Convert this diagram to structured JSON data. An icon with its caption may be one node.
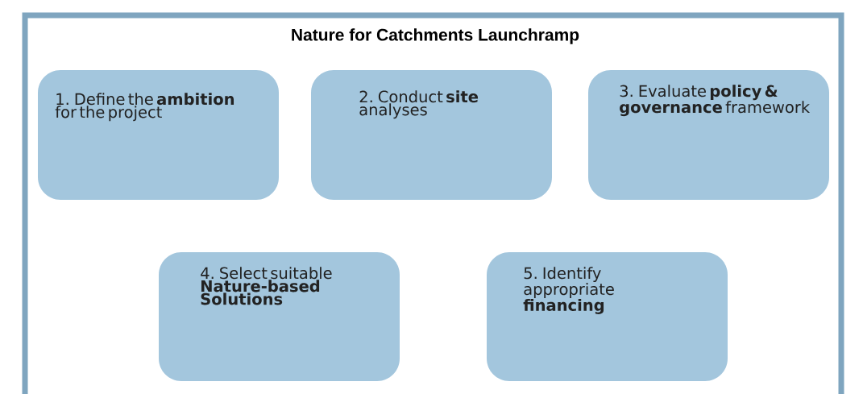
{
  "diagram": {
    "title": "Nature for Catchments Launchramp",
    "nodes": [
      {
        "text": [
          "1. Define the **ambition** for the project"
        ]
      },
      {
        "text": [
          "2. Conduct **site** analyses"
        ]
      },
      {
        "text": [
          "3. Evaluate **policy & governance** framework"
        ]
      },
      {
        "text": [
          "4. Select suitable **Nature-based Solutions**"
        ]
      },
      {
        "text": [
          "5. Identify appropriate **financing**"
        ]
      }
    ]
  }
}
